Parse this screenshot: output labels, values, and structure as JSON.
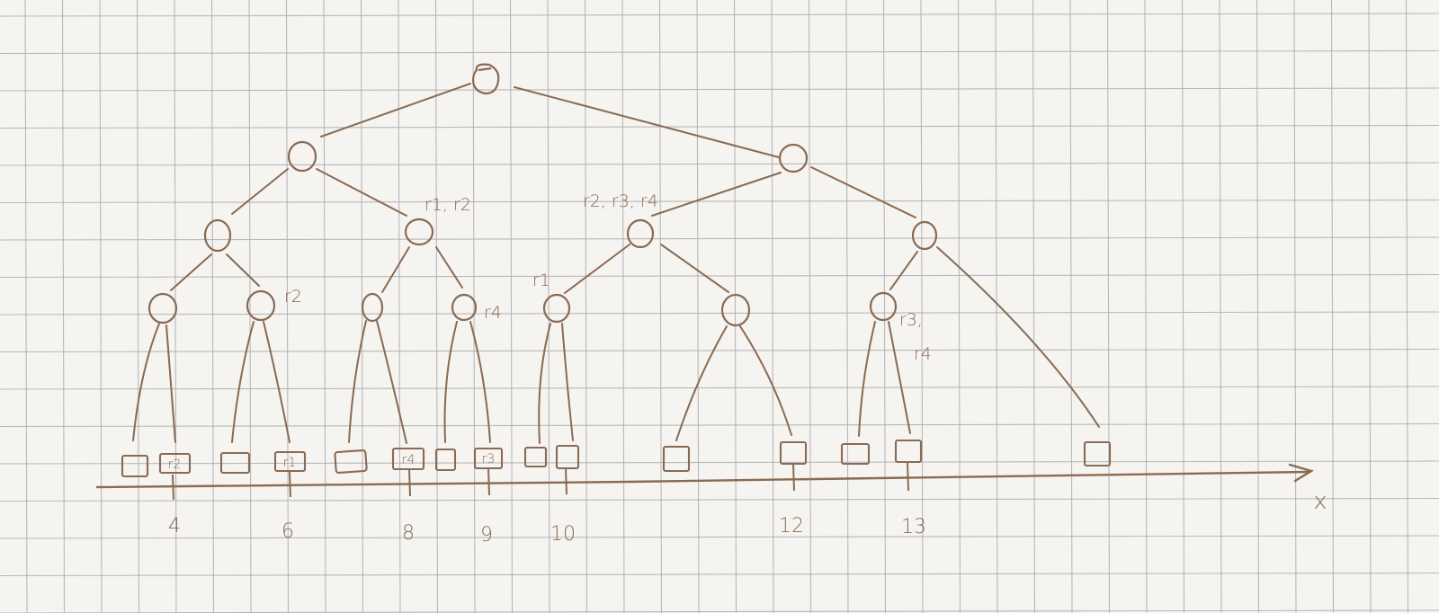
{
  "colors": {
    "ink": "#8a6a52",
    "paper": "#f6f4f1",
    "grid": "#a9a9ad"
  },
  "axis": {
    "label": "x",
    "ticks": [
      "4",
      "6",
      "8",
      "9",
      "10",
      "12",
      "13"
    ]
  },
  "internal_annotations": {
    "a_h1_1": "r1, r2",
    "a_h1_0": "r2, r3, r4",
    "a_h2_3": "r2",
    "a_h2_5": "r4",
    "a_h2_6": "r1",
    "a_h2_10_line1": "r3,",
    "a_h2_10_line2": "r4"
  },
  "leaf_labels": {
    "leaf_4": "r2",
    "leaf_6": "r1",
    "leaf_8": "r4",
    "leaf_9": "r3"
  }
}
